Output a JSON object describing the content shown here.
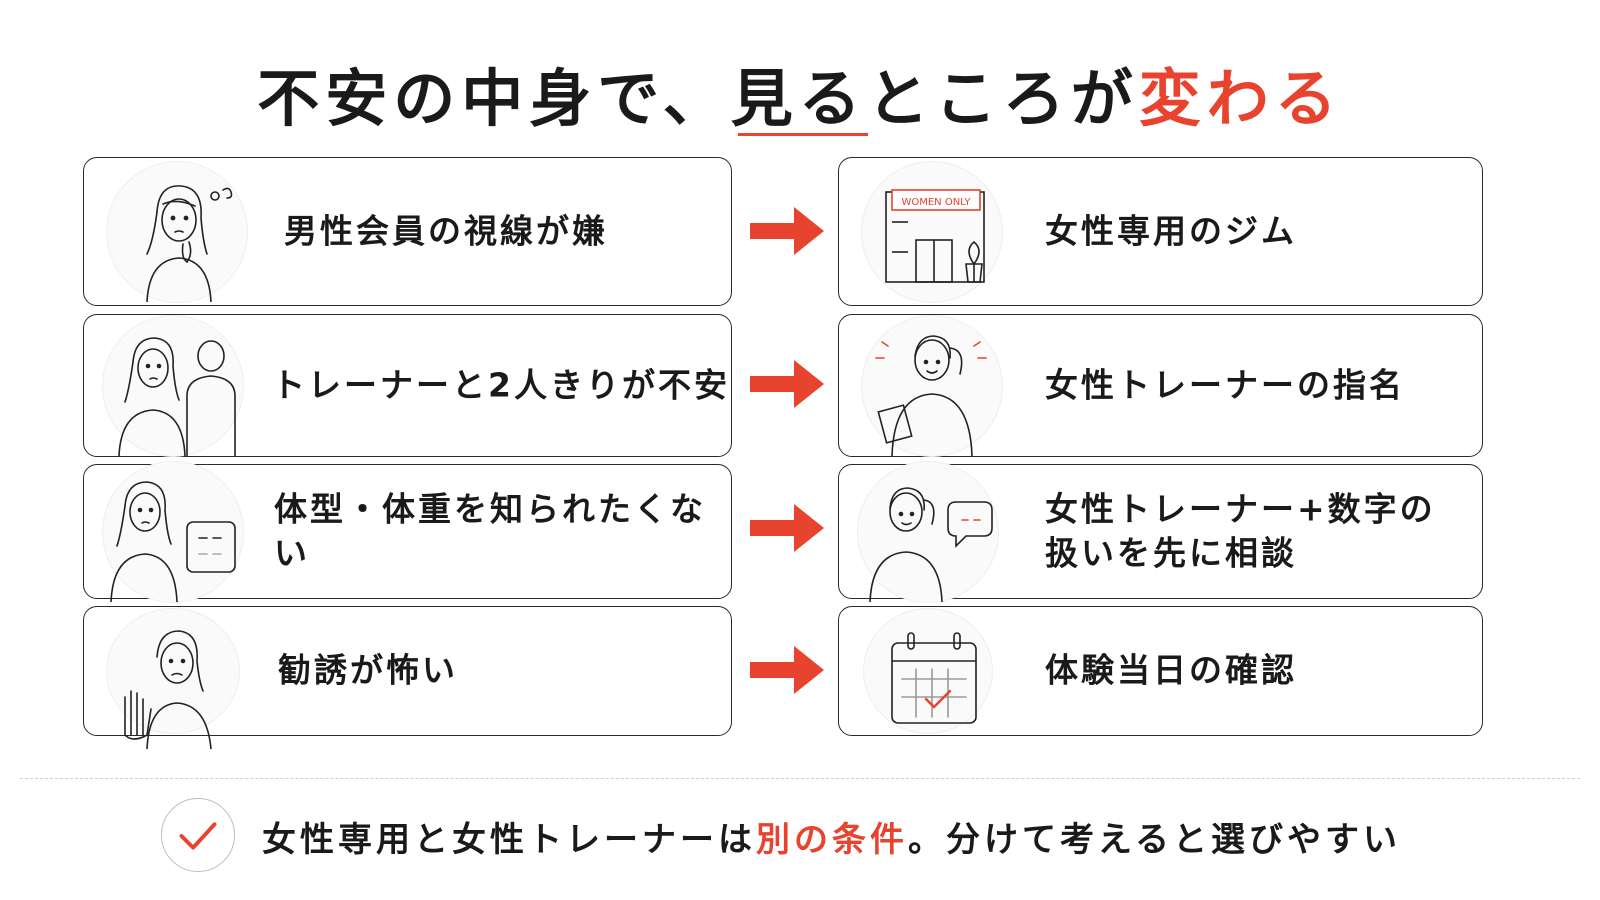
{
  "title": {
    "main": "不安の中身で、見るところが",
    "accent": "変わる"
  },
  "colors": {
    "accent": "#e8432e",
    "ink": "#1a1a1a",
    "border": "#2a2a2a"
  },
  "rows": [
    {
      "concern": {
        "label": "男性会員の視線が嫌",
        "illustration": "worried-woman-icon"
      },
      "solution": {
        "label": "女性専用のジム",
        "illustration": "women-only-gym-icon",
        "sign_text": "WOMEN ONLY"
      }
    },
    {
      "concern": {
        "label": "トレーナーと2人きりが不安",
        "illustration": "woman-and-male-trainer-icon"
      },
      "solution": {
        "label": "女性トレーナーの指名",
        "illustration": "female-trainer-clipboard-icon"
      }
    },
    {
      "concern": {
        "label": "体型・体重を知られたくない",
        "illustration": "woman-and-scale-icon"
      },
      "solution": {
        "label_line1": "女性トレーナー+数字の",
        "label_line2": "扱いを先に相談",
        "illustration": "trainer-speech-bubble-icon"
      }
    },
    {
      "concern": {
        "label": "勧誘が怖い",
        "illustration": "woman-refusing-icon"
      },
      "solution": {
        "label": "体験当日の確認",
        "illustration": "calendar-check-icon"
      }
    }
  ],
  "summary": {
    "before": "女性専用と女性トレーナーは",
    "accent": "別の条件",
    "after": "。分けて考えると選びやすい"
  }
}
